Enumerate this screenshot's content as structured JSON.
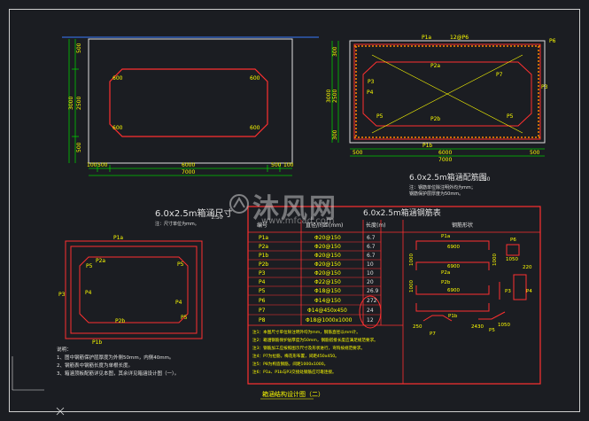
{
  "drawing_title": "箱涵结构设计图（二）",
  "top_left_view": {
    "dims_bottom": [
      "100",
      "500",
      "6000",
      "500",
      "100"
    ],
    "overall_width": "7000",
    "dims_left": [
      "500",
      "2500",
      "3000",
      "500"
    ],
    "haunch_labels": [
      "600",
      "600",
      "600",
      "600"
    ]
  },
  "top_right_view": {
    "bars_top": [
      "P1a",
      "12@P6",
      "P2a",
      "P6"
    ],
    "bars_side": [
      "P3",
      "P4",
      "P7",
      "P3"
    ],
    "bars_bottom": [
      "P5",
      "P2b",
      "P5",
      "P1b"
    ],
    "dims_bottom": [
      "500",
      "6000",
      "500"
    ],
    "overall_width": "7000",
    "dims_left": [
      "300",
      "2500",
      "3000",
      "300"
    ]
  },
  "section_caption": {
    "title": "6.0x2.5m箱涵尺寸",
    "scale": "1:50",
    "note": "注：尺寸单位为mm。"
  },
  "rebar_caption": {
    "title": "6.0x2.5m箱涵配筋图",
    "scale": "1:50",
    "note_1": "注：钢筋单位除注明外均为mm；",
    "note_2": "钢筋保护层厚度为50mm。"
  },
  "table": {
    "title": "6.0x2.5m箱涵钢筋表",
    "headers": [
      "编号",
      "直径/间距(mm)",
      "长度(m)",
      "钢筋形状"
    ],
    "rows": [
      {
        "id": "P1a",
        "spec": "Φ20@150",
        "len": "6.7"
      },
      {
        "id": "P2a",
        "spec": "Φ20@150",
        "len": "6.7"
      },
      {
        "id": "P1b",
        "spec": "Φ20@150",
        "len": "6.7"
      },
      {
        "id": "P2b",
        "spec": "Φ20@150",
        "len": "10"
      },
      {
        "id": "P3",
        "spec": "Φ20@150",
        "len": "10"
      },
      {
        "id": "P4",
        "spec": "Φ22@150",
        "len": "20"
      },
      {
        "id": "P5",
        "spec": "Φ18@150",
        "len": "26.9"
      },
      {
        "id": "P6",
        "spec": "Φ14@150",
        "len": "272"
      },
      {
        "id": "P7",
        "spec": "Φ14@450x450",
        "len": "24"
      },
      {
        "id": "P8",
        "spec": "Φ18@1000x1000",
        "len": "12"
      }
    ],
    "notes": [
      "注1：本图尺寸单位除注明外均为mm，钢筋直径以mm计。",
      "注2：箱涵钢筋保护层厚度为50mm，钢筋搭接长度应满足规范要求。",
      "注3：钢筋加工应按照图示尺寸及形状进行，弯钩按规范要求。",
      "注4：P7为拉筋，梅花形布置，间距450x450。",
      "注5：P8为构造钢筋，间距1000x1000。",
      "注6：P1a、P1b与P3交接处钢筋应可靠连接。"
    ],
    "shape_labels": [
      "P1a",
      "6900",
      "1000",
      "1000",
      "P2a",
      "6900",
      "1000",
      "P2b",
      "6900",
      "P1b",
      "1050",
      "220",
      "P6",
      "P3",
      "P4",
      "P7",
      "P5",
      "2430",
      "1050",
      "250"
    ]
  },
  "bottom_left_view": {
    "bars": [
      "P1a",
      "P2a",
      "P5",
      "P3",
      "P4",
      "P4",
      "P5",
      "P2b",
      "P5",
      "P1b"
    ],
    "notes_title": "说明：",
    "notes": [
      "1、图中钢筋保护层厚度为外侧50mm，内侧40mm。",
      "2、钢筋表中钢筋长度为单根长度。",
      "3、箱涵顶板配筋详见本图，其余详见箱涵设计图（一）。"
    ]
  },
  "watermark": {
    "brand": "沐风网",
    "url": "www.mfcad.com"
  },
  "colors": {
    "background": "#1b1d22",
    "frame": "#cfcfcf",
    "concrete": "#ff3030",
    "rebar": "#ff4040",
    "dimension": "#00c800",
    "label": "#ffff00",
    "text": "#e0e0e0"
  }
}
